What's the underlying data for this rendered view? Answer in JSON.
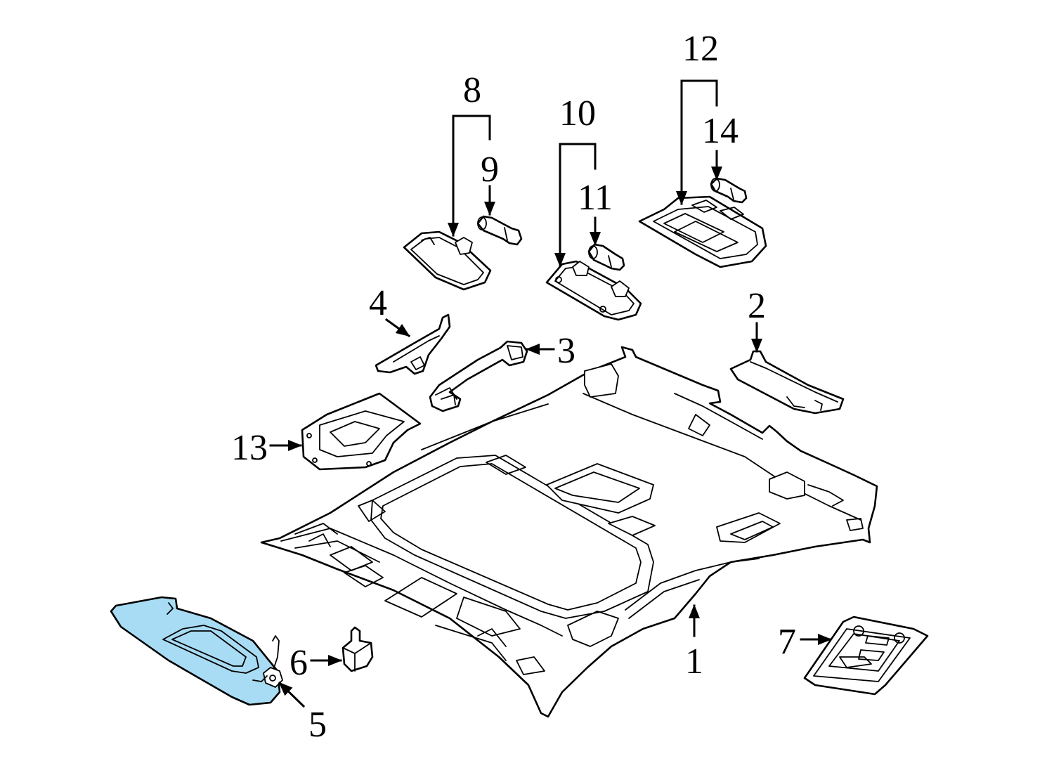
{
  "colors": {
    "background": "#ffffff",
    "line": "#000000",
    "highlight": "#a8dcf4"
  },
  "callouts": {
    "c1": "1",
    "c2": "2",
    "c3": "3",
    "c4": "4",
    "c5": "5",
    "c6": "6",
    "c7": "7",
    "c8": "8",
    "c9": "9",
    "c10": "10",
    "c11": "11",
    "c12": "12",
    "c13": "13",
    "c14": "14"
  },
  "highlighted_part": "5"
}
